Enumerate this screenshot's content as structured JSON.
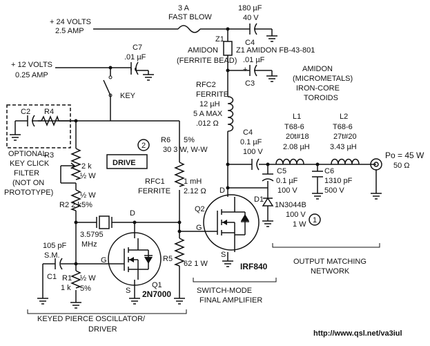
{
  "labels": {
    "v24": "+ 24 VOLTS",
    "v24_amp": "2.5 AMP",
    "fuse_rating": "3 A",
    "fuse_type": "FAST BLOW",
    "c4_top_value": "180 µF",
    "c4_top_voltage": "40 V",
    "c4_top_name": "C4",
    "z1": "Z1",
    "amidon": "AMIDON",
    "ferrite_bead": "(FERRITE BEAD)",
    "z1_part": "Z1 AMIDON FB-43-801",
    "c3_value": ".01 µF",
    "c3_voltage": "+",
    "c3_name": "C3",
    "v12": "+ 12 VOLTS",
    "v12_amp": "0.25 AMP",
    "c7_name": "C7",
    "c7_value": ".01 µF",
    "key": "KEY",
    "rfc2": "RFC2",
    "rfc2_type": "FERRITE",
    "rfc2_inductance": "12 µH",
    "rfc2_current": "5 A MAX",
    "rfc2_resistance": ".012 Ω",
    "amidon2": "AMIDON",
    "micrometals": "(MICROMETALS)",
    "iron_core": "IRON-CORE",
    "toroids": "TOROIDS",
    "l1_name": "L1",
    "l1_core": "T68-6",
    "l1_turns": "20t#18",
    "l1_inductance": "2.08 µH",
    "l2_name": "L2",
    "l2_core": "T68-6",
    "l2_turns": "27t#20",
    "l2_inductance": "3.43 µH",
    "c4_out_name": "C4",
    "c4_out_value": "0.1 µF",
    "c4_out_voltage": "100 V",
    "c5_name": "C5",
    "c5_value": "0.1 µF",
    "c5_voltage": "100 V",
    "c6_name": "C6",
    "c6_value": "1310 pF",
    "c6_voltage": "500 V",
    "output_power": "Po = 45 W",
    "output_impedance": "50 Ω",
    "d1_name": "D1",
    "d1_part": "1N3044B",
    "d1_voltage": "100 V",
    "d1_power": "1 W",
    "note1": "1",
    "pin_d": "D",
    "pin_g": "G",
    "pin_s": "S",
    "q2_name": "Q2",
    "q2_part": "IRF840",
    "switch_mode": "SWITCH-MODE",
    "final_amplifier": "FINAL AMPLIFIER",
    "output_matching": "OUTPUT MATCHING",
    "network": "NETWORK",
    "c2_name": "C2",
    "r4_name": "R4",
    "optional": "OPTIONAL",
    "key_click": "KEY CLICK",
    "filter": "FILTER",
    "not_on": "(NOT ON",
    "prototype": "PROTOTYPE)",
    "r3_name": "R3",
    "r3_value": "2 k",
    "r3_power": "½ W",
    "r2_power": "½ W",
    "r2_value": "R2 2 k",
    "r2_tol": "5%",
    "crystal_freq": "3.5795",
    "crystal_unit": "MHz",
    "c1_value": "105 pF",
    "c1_type": "S.M.",
    "c1_name": "C1",
    "r1_name": "R1",
    "r1_power": "½ W",
    "r1_value": "1 k",
    "r1_tol": "5%",
    "q1_name": "Q1",
    "q1_part": "2N7000",
    "r5_name": "R5",
    "r5_value": "62 1 W",
    "r6_name": "R6",
    "r6_tol": "5%",
    "r6_value": "30 3 W, W-W",
    "note2": "2",
    "drive": "DRIVE",
    "rfc1": "RFC1",
    "rfc1_type": "FERRITE",
    "rfc1_inductance": "1 mH",
    "rfc1_resistance": "2.12 Ω",
    "keyed_pierce": "KEYED PIERCE OSCILLATOR/",
    "driver": "DRIVER",
    "website": "http://www.qsl.net/va3iul"
  }
}
